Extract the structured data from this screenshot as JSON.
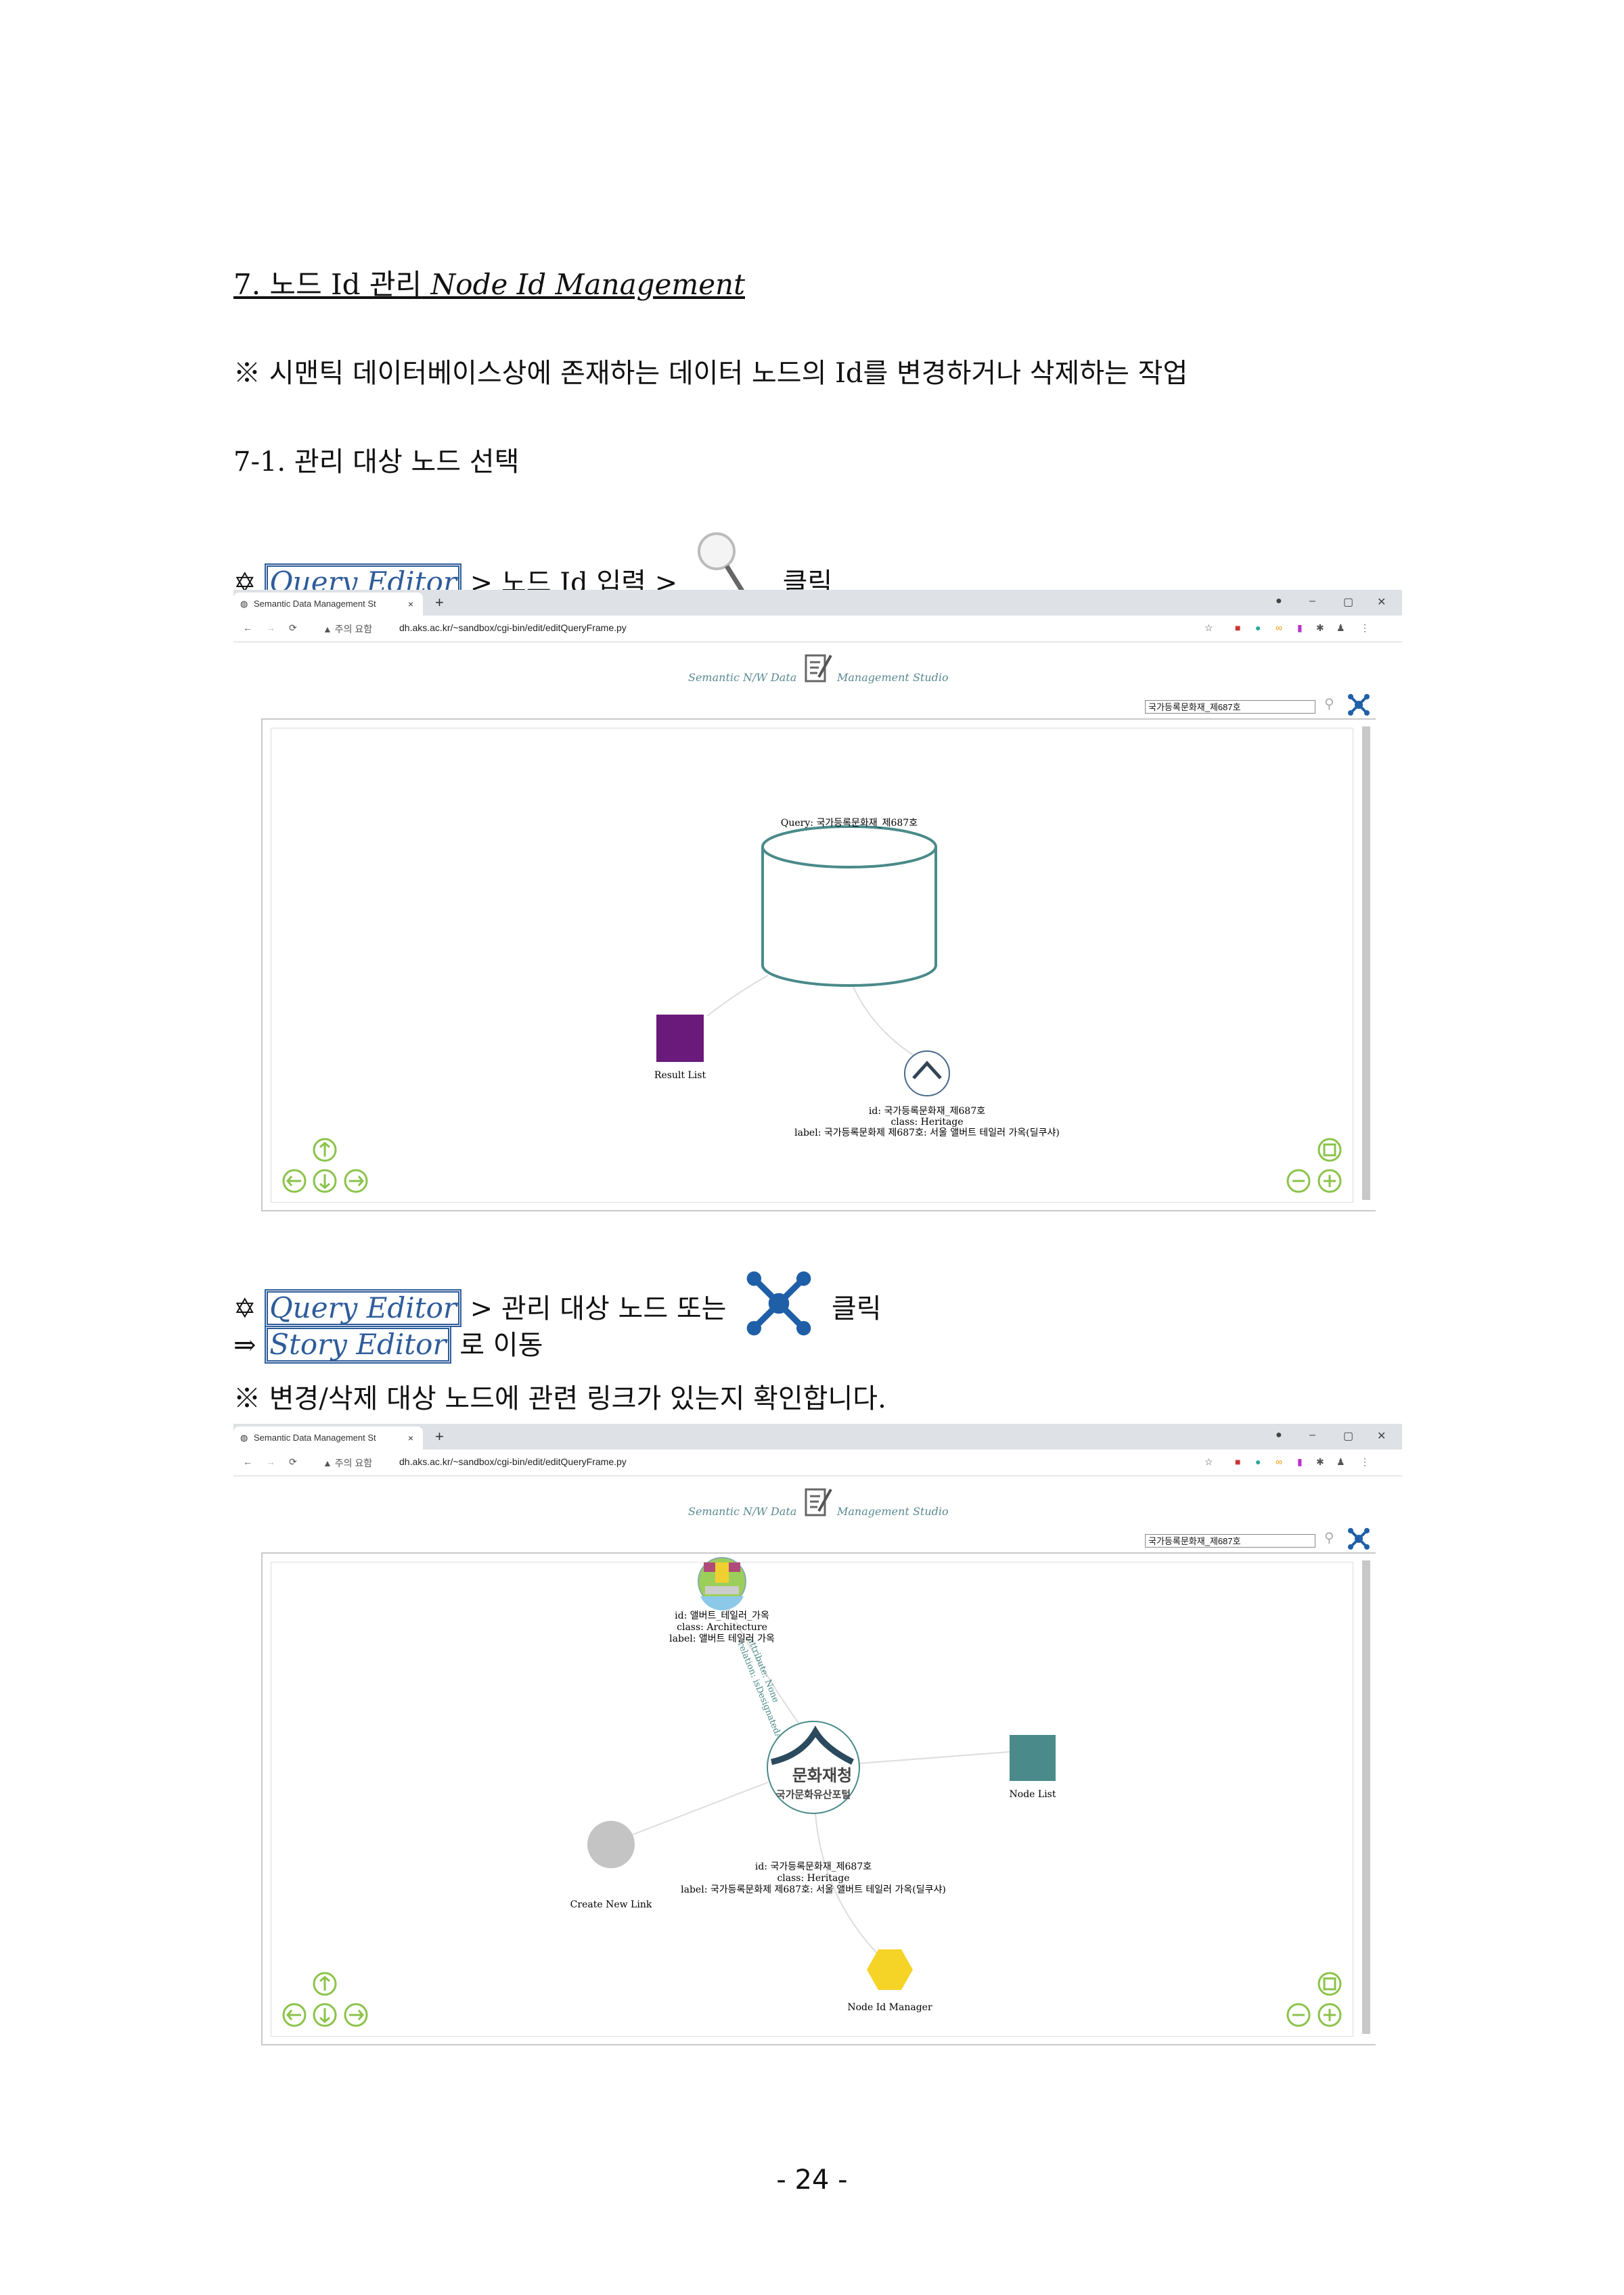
{
  "heading": {
    "number_ko": "7. 노드 Id 관리",
    "title_en": "Node Id Management"
  },
  "intro": "※ 시맨틱 데이터베이스상에 존재하는 데이터 노드의 Id를 변경하거나 삭제하는 작업",
  "subheading": "7-1. 관리 대상 노드 선택",
  "step1": {
    "star": "✡",
    "link": "Query Editor",
    "text1": "> 노드 Id 입력 >",
    "text2": "클릭"
  },
  "step2": {
    "star": "✡",
    "link": "Query Editor",
    "text1": "> 관리 대상 노드 또는",
    "text2": "클릭"
  },
  "step3": {
    "arrow": "⇒",
    "link": "Story Editor",
    "text": "로 이동"
  },
  "note": "※ 변경/삭제 대상 노드에 관련 링크가 있는지 확인합니다.",
  "browser": {
    "tab_title": "Semantic Data Management St",
    "tab_close": "×",
    "new_tab": "+",
    "warning": "▲ 주의 요함",
    "url": "dh.aks.ac.kr/~sandbox/cgi-bin/edit/editQueryFrame.py",
    "app_title_left": "Semantic N/W Data",
    "app_title_right": "Management Studio",
    "search_value": "국가등록문화재_제687호"
  },
  "graph1": {
    "query_label": "Query: 국가등록문화재_제687호",
    "result_list": "Result List",
    "node_id": "id: 국가등록문화재_제687호",
    "node_class": "class: Heritage",
    "node_label": "label: 국가등록문화제 제687호: 서울 앨버트 테일러 가옥(딜쿠샤)"
  },
  "graph2": {
    "arch_id": "id: 앨버트_테일러_가옥",
    "arch_class": "class: Architecture",
    "arch_label": "label: 앨버트 테일러 가옥",
    "edge_relation": "relation: isDesignatedAs",
    "edge_attribute": "attribute: None",
    "center_logo_top": "문화재청",
    "center_logo_bottom": "국가문화유산포털",
    "node_id": "id: 국가등록문화재_제687호",
    "node_class": "class: Heritage",
    "node_label": "label: 국가등록문화제 제687호: 서울 앨버트 테일러 가옥(딜쿠샤)",
    "node_list": "Node List",
    "create_link": "Create New Link",
    "node_id_manager": "Node Id Manager"
  },
  "colors": {
    "link": "#2e5c9a",
    "teal": "#4a8a8a",
    "purple": "#6a1a7a",
    "yellow": "#f5d327",
    "grey": "#c4c4c4",
    "green": "#8bc34a"
  },
  "page_number": "- 24 -"
}
